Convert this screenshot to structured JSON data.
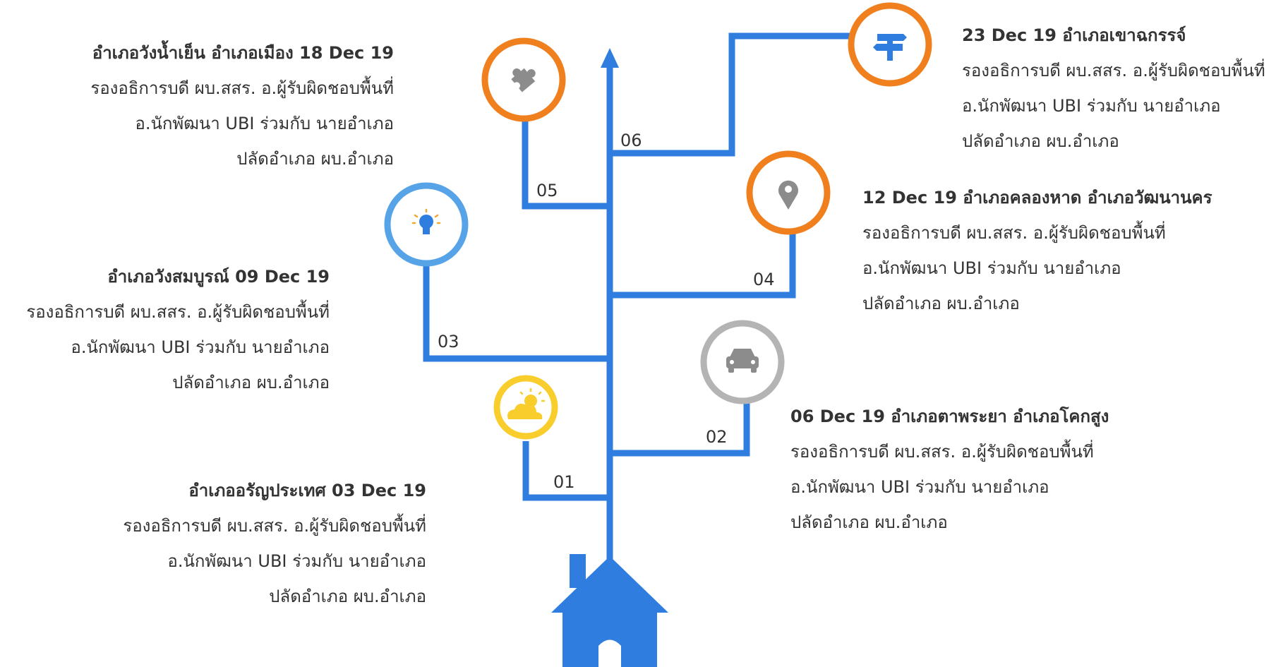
{
  "colors": {
    "trunk": "#2f7ddf",
    "orange": "#f07f1e",
    "blue": "#57a3e8",
    "yellow": "#f8cd2c",
    "gray": "#b4b4b4",
    "icon_gray": "#8c8c8c"
  },
  "steps": [
    {
      "num": "01",
      "icon": "sun-cloud-icon",
      "title": "อำเภออรัญประเทศ  03 Dec 19",
      "lines": [
        "รองอธิการบดี ผบ.สสร. อ.ผู้รับผิดชอบพื้นที่",
        "อ.นักพัฒนา UBI ร่วมกับ นายอำเภอ",
        "ปลัดอำเภอ ผบ.อำเภอ"
      ]
    },
    {
      "num": "02",
      "icon": "car-icon",
      "title": "06 Dec 19  อำเภอตาพระยา  อำเภอโคกสูง",
      "lines": [
        "รองอธิการบดี ผบ.สสร. อ.ผู้รับผิดชอบพื้นที่",
        "อ.นักพัฒนา UBI ร่วมกับ นายอำเภอ",
        "ปลัดอำเภอ ผบ.อำเภอ"
      ]
    },
    {
      "num": "03",
      "icon": "lightbulb-icon",
      "title": "อำเภอวังสมบูรณ์  09 Dec 19",
      "lines": [
        "รองอธิการบดี ผบ.สสร. อ.ผู้รับผิดชอบพื้นที่",
        "อ.นักพัฒนา UBI ร่วมกับ นายอำเภอ",
        "ปลัดอำเภอ ผบ.อำเภอ"
      ]
    },
    {
      "num": "04",
      "icon": "map-pin-icon",
      "title": "12 Dec 19  อำเภอคลองหาด  อำเภอวัฒนานคร",
      "lines": [
        "รองอธิการบดี ผบ.สสร. อ.ผู้รับผิดชอบพื้นที่",
        "อ.นักพัฒนา UBI ร่วมกับ นายอำเภอ",
        "ปลัดอำเภอ ผบ.อำเภอ"
      ]
    },
    {
      "num": "05",
      "icon": "puzzle-icon",
      "title": "อำเภอวังน้ำเย็น อำเภอเมือง  18 Dec 19",
      "lines": [
        "รองอธิการบดี ผบ.สสร. อ.ผู้รับผิดชอบพื้นที่",
        "อ.นักพัฒนา UBI ร่วมกับ นายอำเภอ",
        "ปลัดอำเภอ ผบ.อำเภอ"
      ]
    },
    {
      "num": "06",
      "icon": "signpost-icon",
      "title": "23 Dec 19  อำเภอเขาฉกรรจ์",
      "lines": [
        "รองอธิการบดี ผบ.สสร. อ.ผู้รับผิดชอบพื้นที่",
        "อ.นักพัฒนา UBI ร่วมกับ นายอำเภอ",
        "ปลัดอำเภอ ผบ.อำเภอ"
      ]
    }
  ]
}
